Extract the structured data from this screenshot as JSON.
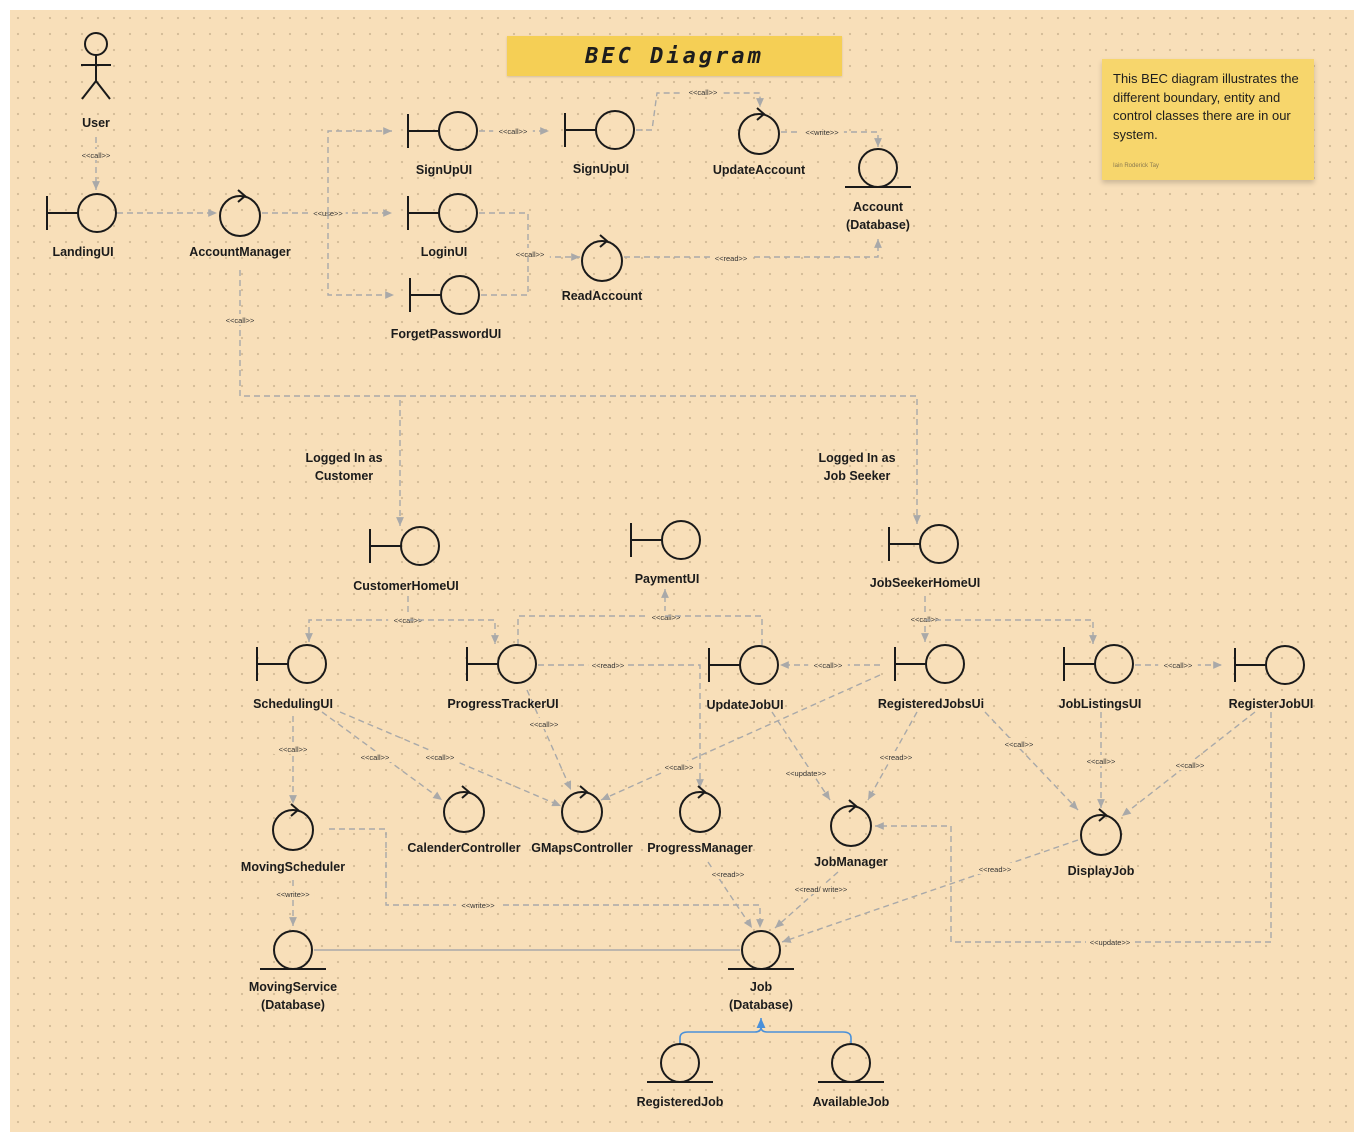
{
  "title": "BEC Diagram",
  "note": {
    "text": "This BEC diagram illustrates the different boundary, entity and control classes there are in our system.",
    "author": "Iain Roderick Tay",
    "color": "#f7d66c"
  },
  "colors": {
    "background": "#f8dfb9",
    "title_box": "#f5cf55",
    "edge": "#a9a9a9",
    "generalization": "#4a90d9"
  },
  "actors": [
    {
      "id": "user",
      "label": "User"
    }
  ],
  "boundaries": [
    {
      "id": "landing",
      "label": "LandingUI"
    },
    {
      "id": "signup1",
      "label": "SignUpUI"
    },
    {
      "id": "signup2",
      "label": "SignUpUI"
    },
    {
      "id": "login",
      "label": "LoginUI"
    },
    {
      "id": "forget",
      "label": "ForgetPasswordUI"
    },
    {
      "id": "custhome",
      "label": "CustomerHomeUI"
    },
    {
      "id": "payment",
      "label": "PaymentUI"
    },
    {
      "id": "jshome",
      "label": "JobSeekerHomeUI"
    },
    {
      "id": "scheduling",
      "label": "SchedulingUI"
    },
    {
      "id": "progtracker",
      "label": "ProgressTrackerUI"
    },
    {
      "id": "updatejob",
      "label": "UpdateJobUI"
    },
    {
      "id": "regjobsui",
      "label": "RegisteredJobsUi"
    },
    {
      "id": "joblistings",
      "label": "JobListingsUI"
    },
    {
      "id": "registerjob",
      "label": "RegisterJobUI"
    }
  ],
  "controls": [
    {
      "id": "accmgr",
      "label": "AccountManager"
    },
    {
      "id": "updateacc",
      "label": "UpdateAccount"
    },
    {
      "id": "readacc",
      "label": "ReadAccount"
    },
    {
      "id": "movsched",
      "label": "MovingScheduler"
    },
    {
      "id": "calender",
      "label": "CalenderController"
    },
    {
      "id": "gmaps",
      "label": "GMapsController"
    },
    {
      "id": "progmgr",
      "label": "ProgressManager"
    },
    {
      "id": "jobmgr",
      "label": "JobManager"
    },
    {
      "id": "displayjob",
      "label": "DisplayJob"
    }
  ],
  "entities": [
    {
      "id": "account",
      "label": "Account",
      "sublabel": "(Database)"
    },
    {
      "id": "movservice",
      "label": "MovingService",
      "sublabel": "(Database)"
    },
    {
      "id": "job",
      "label": "Job",
      "sublabel": "(Database)"
    },
    {
      "id": "registeredjob",
      "label": "RegisteredJob"
    },
    {
      "id": "availablejob",
      "label": "AvailableJob"
    }
  ],
  "groups": [
    {
      "id": "customer",
      "line1": "Logged In as",
      "line2": "Customer"
    },
    {
      "id": "jobseeker",
      "line1": "Logged In as",
      "line2": "Job Seeker"
    }
  ],
  "relations": [
    {
      "id": "e1",
      "from": "user",
      "to": "landing",
      "label": "<<call>>"
    },
    {
      "id": "e2",
      "from": "landing",
      "to": "accmgr",
      "label": ""
    },
    {
      "id": "e3",
      "from": "accmgr",
      "to": "login",
      "label": "<<use>>"
    },
    {
      "id": "e4",
      "from": "accmgr",
      "to": "signup1",
      "label": ""
    },
    {
      "id": "e5",
      "from": "accmgr",
      "to": "forget",
      "label": ""
    },
    {
      "id": "e6",
      "from": "signup1",
      "to": "signup2",
      "label": "<<call>>"
    },
    {
      "id": "e7",
      "from": "signup2",
      "to": "updateacc",
      "label": "<<call>>"
    },
    {
      "id": "e8",
      "from": "updateacc",
      "to": "account",
      "label": "<<write>>"
    },
    {
      "id": "e9",
      "from": "login",
      "to": "readacc",
      "label": "<<call>>"
    },
    {
      "id": "e10",
      "from": "forget",
      "to": "readacc",
      "label": ""
    },
    {
      "id": "e11",
      "from": "readacc",
      "to": "account",
      "label": "<<read>>"
    },
    {
      "id": "e12",
      "from": "accmgr",
      "to": "custhome",
      "label": "<<call>>"
    },
    {
      "id": "e13",
      "from": "accmgr",
      "to": "jshome",
      "label": ""
    },
    {
      "id": "e14",
      "from": "custhome",
      "to": "scheduling",
      "label": "<<call>>"
    },
    {
      "id": "e15",
      "from": "custhome",
      "to": "progtracker",
      "label": ""
    },
    {
      "id": "e16",
      "from": "progtracker",
      "to": "payment",
      "label": "<<call>>"
    },
    {
      "id": "e17",
      "from": "updatejob",
      "to": "payment",
      "label": ""
    },
    {
      "id": "e18",
      "from": "progtracker",
      "to": "progmgr",
      "label": "<<read>>"
    },
    {
      "id": "e19",
      "from": "progtracker",
      "to": "gmaps",
      "label": "<<call>>"
    },
    {
      "id": "e20",
      "from": "scheduling",
      "to": "movsched",
      "label": "<<call>>"
    },
    {
      "id": "e21",
      "from": "scheduling",
      "to": "calender",
      "label": "<<call>>"
    },
    {
      "id": "e22",
      "from": "scheduling",
      "to": "gmaps",
      "label": "<<call>>"
    },
    {
      "id": "e23",
      "from": "regjobsui",
      "to": "gmaps",
      "label": "<<call>>"
    },
    {
      "id": "e24",
      "from": "jshome",
      "to": "regjobsui",
      "label": "<<call>>"
    },
    {
      "id": "e25",
      "from": "jshome",
      "to": "joblistings",
      "label": ""
    },
    {
      "id": "e26",
      "from": "regjobsui",
      "to": "updatejob",
      "label": "<<call>>"
    },
    {
      "id": "e27",
      "from": "joblistings",
      "to": "registerjob",
      "label": "<<call>>"
    },
    {
      "id": "e28",
      "from": "updatejob",
      "to": "jobmgr",
      "label": "<<update>>"
    },
    {
      "id": "e29",
      "from": "regjobsui",
      "to": "jobmgr",
      "label": "<<read>>"
    },
    {
      "id": "e30",
      "from": "regjobsui",
      "to": "displayjob",
      "label": "<<call>>"
    },
    {
      "id": "e31",
      "from": "joblistings",
      "to": "displayjob",
      "label": "<<call>>"
    },
    {
      "id": "e32",
      "from": "registerjob",
      "to": "displayjob",
      "label": "<<call>>"
    },
    {
      "id": "e33",
      "from": "movsched",
      "to": "movservice",
      "label": "<<write>>"
    },
    {
      "id": "e34",
      "from": "movsched",
      "to": "job",
      "label": "<<write>>"
    },
    {
      "id": "e35",
      "from": "progmgr",
      "to": "job",
      "label": "<<read>>"
    },
    {
      "id": "e36",
      "from": "jobmgr",
      "to": "job",
      "label": "<<read/ write>>"
    },
    {
      "id": "e37",
      "from": "displayjob",
      "to": "job",
      "label": "<<read>>"
    },
    {
      "id": "e38",
      "from": "registerjob",
      "to": "jobmgr",
      "label": "<<update>>"
    },
    {
      "id": "e39",
      "from": "movservice",
      "to": "job",
      "label": ""
    },
    {
      "id": "e40",
      "from": "registeredjob",
      "to": "job",
      "label": ""
    },
    {
      "id": "e41",
      "from": "availablejob",
      "to": "job",
      "label": ""
    }
  ]
}
